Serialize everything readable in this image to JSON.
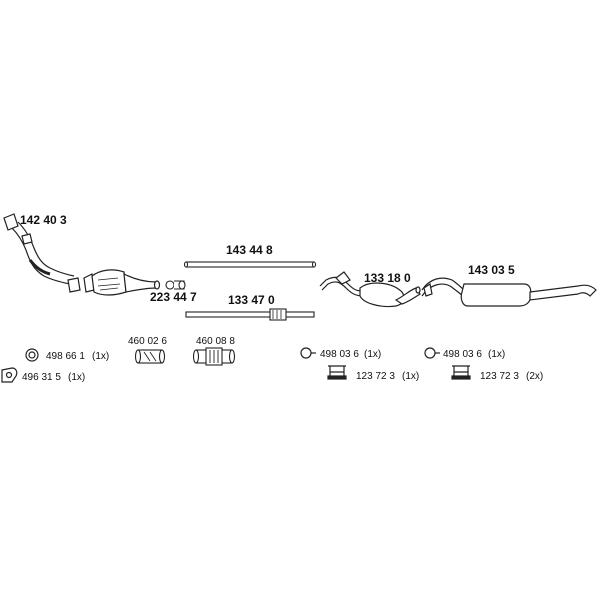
{
  "parts": {
    "front_pipe": {
      "number": "142 40 3"
    },
    "catalyst_clamp": {
      "number": "223 44 7"
    },
    "pipe_upper": {
      "number": "143 44 8"
    },
    "pipe_lower": {
      "number": "133 47 0"
    },
    "middle_silencer": {
      "number": "133 18 0"
    },
    "rear_silencer": {
      "number": "143 03 5"
    },
    "seal_ring": {
      "number": "498 66 1",
      "qty": "(1x)"
    },
    "gasket": {
      "number": "496 31 5",
      "qty": "(1x)"
    },
    "connector_a": {
      "number": "460 02 6"
    },
    "connector_b": {
      "number": "460 08 8"
    },
    "rubber_ring_1": {
      "number": "498 03 6",
      "qty": "(1x)"
    },
    "hanger_1": {
      "number": "123 72 3",
      "qty": "(1x)"
    },
    "rubber_ring_2": {
      "number": "498 03 6",
      "qty": "(1x)"
    },
    "hanger_2": {
      "number": "123 72 3",
      "qty": "(2x)"
    }
  }
}
